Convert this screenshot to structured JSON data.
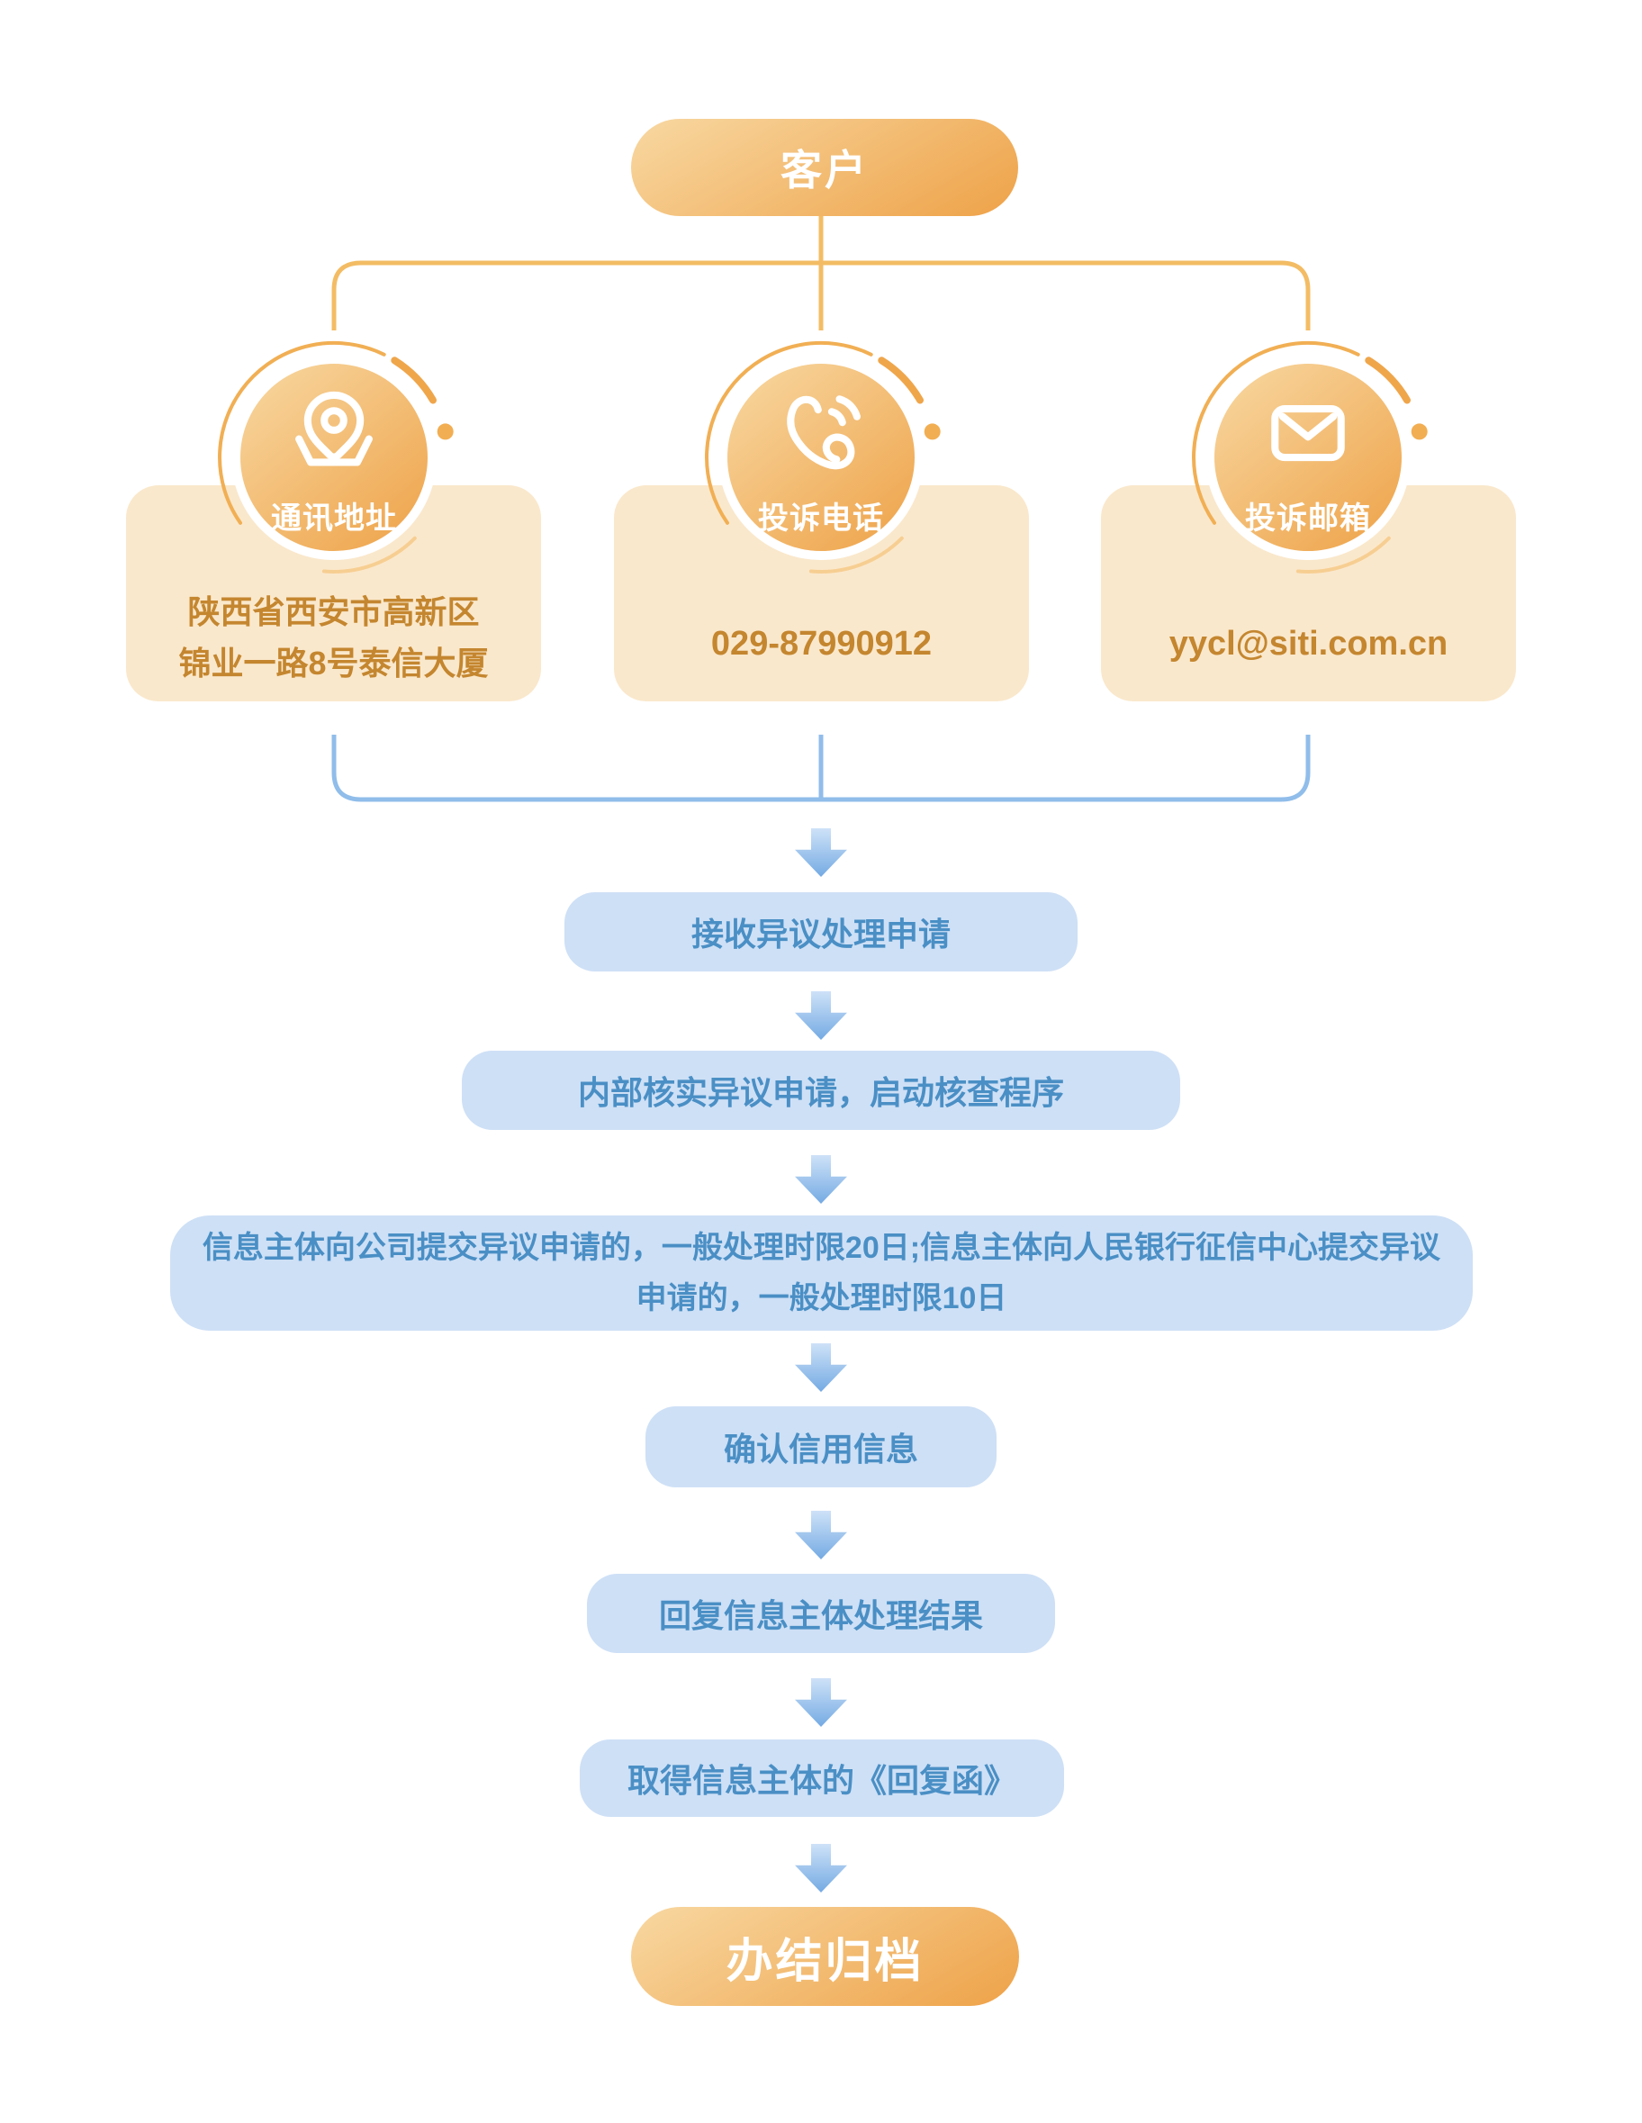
{
  "palette": {
    "orange_gradient_start": "#F8D8A2",
    "orange_gradient_end": "#EEA248",
    "orange_connector_line": "#F3BC64",
    "orange_card_bg": "#FAE8CC",
    "orange_text": "#C4862F",
    "blue_connector_line": "#90BDEA",
    "blue_box_bg": "#CEE0F6",
    "blue_text": "#4A8FC5",
    "arrow_gradient_start": "#CEE2F8",
    "arrow_gradient_end": "#74AAE3"
  },
  "start_node": {
    "label": "客户"
  },
  "channels": [
    {
      "title": "通讯地址",
      "icon": "location-pin-icon",
      "lines": [
        "陕西省西安市高新区",
        "锦业一路8号泰信大厦"
      ]
    },
    {
      "title": "投诉电话",
      "icon": "phone-icon",
      "lines": [
        "029-87990912"
      ]
    },
    {
      "title": "投诉邮箱",
      "icon": "mail-icon",
      "lines": [
        "yycl@siti.com.cn"
      ]
    }
  ],
  "steps": [
    {
      "lines": [
        "接收异议处理申请"
      ]
    },
    {
      "lines": [
        "内部核实异议申请，启动核查程序"
      ]
    },
    {
      "lines": [
        "信息主体向公司提交异议申请的，一般处理时限20日;信息主体向人民银行征信中心提交异议",
        "申请的，一般处理时限10日"
      ]
    },
    {
      "lines": [
        "确认信用信息"
      ]
    },
    {
      "lines": [
        "回复信息主体处理结果"
      ]
    },
    {
      "lines": [
        "取得信息主体的《回复函》"
      ]
    }
  ],
  "end_node": {
    "label": "办结归档"
  }
}
